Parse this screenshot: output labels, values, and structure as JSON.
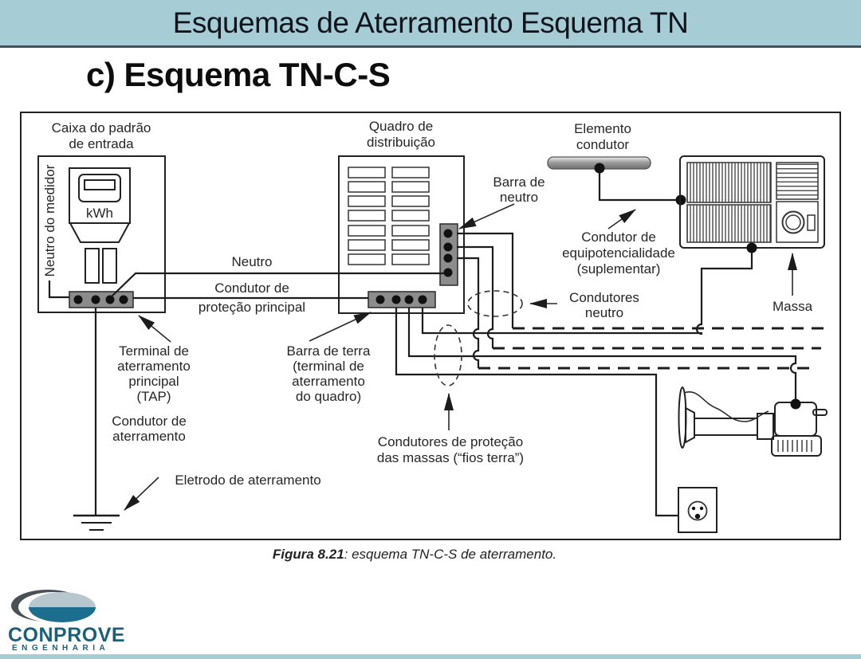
{
  "banner": {
    "title": "Esquemas de Aterramento Esquema TN"
  },
  "heading": {
    "title": "c) Esquema TN-C-S"
  },
  "diagram": {
    "labels": {
      "caixa_padrao": [
        "Caixa do padrão",
        "de entrada"
      ],
      "quadro": [
        "Quadro de",
        "distribuição"
      ],
      "elemento_condutor": [
        "Elemento",
        "condutor"
      ],
      "kwh": "kWh",
      "neutro_do_medidor": "Neutro do medidor",
      "neutro": "Neutro",
      "condutor_protecao_principal": [
        "Condutor de",
        "proteção principal"
      ],
      "barra_de_neutro": [
        "Barra de",
        "neutro"
      ],
      "condutor_equipotencialidade": [
        "Condutor de",
        "equipotencialidade",
        "(suplementar)"
      ],
      "condutores_neutro": [
        "Condutores",
        "neutro"
      ],
      "massa": "Massa",
      "terminal_aterramento": [
        "Terminal de",
        "aterramento",
        "principal",
        "(TAP)"
      ],
      "barra_de_terra": [
        "Barra de terra",
        "(terminal de",
        "aterramento",
        "do quadro)"
      ],
      "condutor_aterramento": [
        "Condutor de",
        "aterramento"
      ],
      "eletrodo": "Eletrodo de aterramento",
      "fios_terra": [
        "Condutores de proteção",
        "das massas (“fios terra”)"
      ]
    },
    "caption": {
      "figure": "Figura 8.21",
      "text": ": esquema TN-C-S de aterramento."
    }
  },
  "logo": {
    "brand": "CONPROVE",
    "tagline": "ENGENHARIA"
  },
  "colors": {
    "banner": "#a6ccd6",
    "logo_teal": "#1c6e8e",
    "logo_light": "#b7c7cd",
    "logo_swoosh": "#4a5156",
    "logo_text": "#1d5f78",
    "line": "#1c1c1c"
  }
}
